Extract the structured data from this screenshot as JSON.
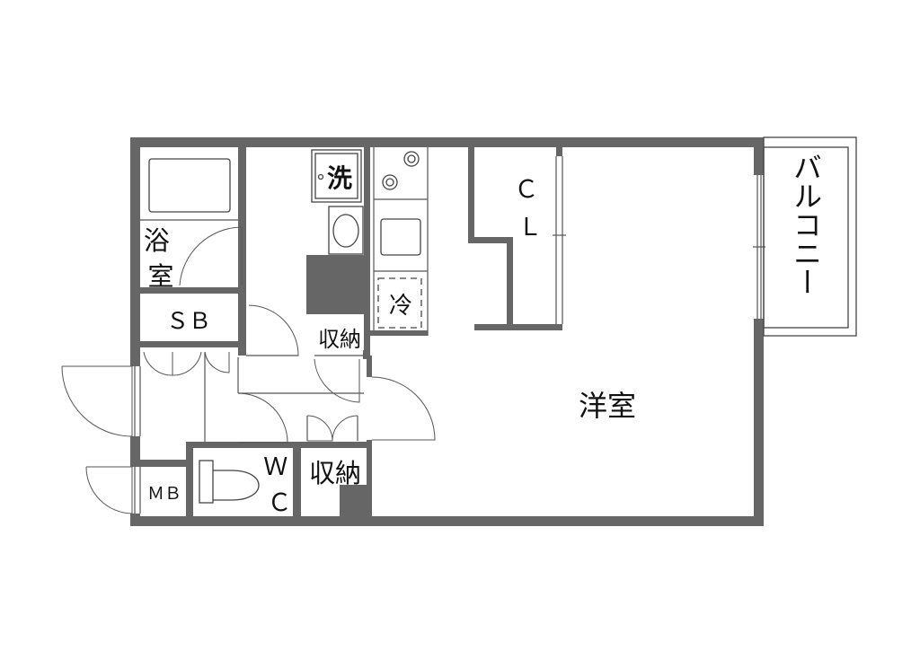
{
  "floorplan": {
    "rooms": {
      "bath": "浴\n室",
      "storage_sb": "ＳＢ",
      "washer": "洗",
      "fridge": "冷",
      "closet": "Ｃ\nＬ",
      "storage_upper": "収納",
      "western_room": "洋室",
      "storage_lower": "収納",
      "toilet": "Ｗ\nＣ",
      "meter_box": "ＭＢ",
      "balcony": "バルコニー"
    },
    "colors": {
      "wall": "#666666",
      "line": "#555555",
      "text": "#111111"
    }
  }
}
